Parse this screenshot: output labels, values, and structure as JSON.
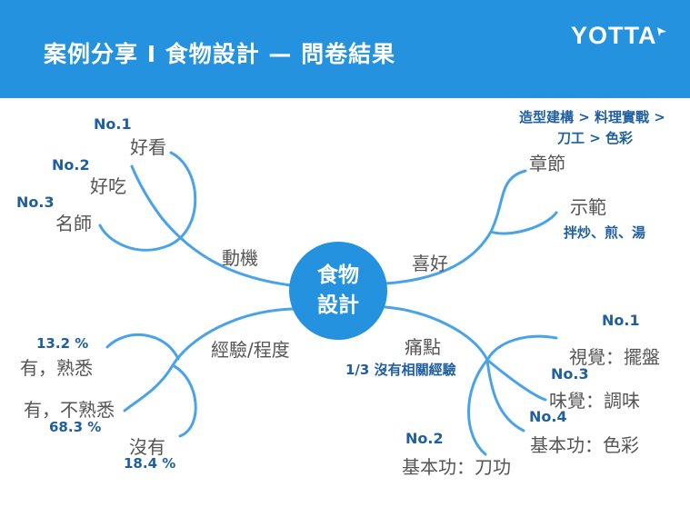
{
  "header": {
    "title": "案例分享 I 食物設計 — 問卷結果",
    "brand": "YOTTA"
  },
  "center": {
    "line1": "食物",
    "line2": "設計"
  },
  "motivation": {
    "label": "動機",
    "items": [
      {
        "rank": "No.1",
        "text": "好看"
      },
      {
        "rank": "No.2",
        "text": "好吃"
      },
      {
        "rank": "No.3",
        "text": "名師"
      }
    ]
  },
  "preference": {
    "label": "喜好",
    "note_line1": "造型建構 > 料理實戰 >",
    "note_line2": "刀工 > 色彩",
    "items": [
      {
        "text": "章節"
      },
      {
        "text": "示範",
        "note": "拌炒、煎、湯"
      }
    ]
  },
  "experience": {
    "label": "經驗/程度",
    "items": [
      {
        "text": "有，熟悉",
        "pct": "13.2 %"
      },
      {
        "text": "有，不熟悉",
        "pct": "68.3 %"
      },
      {
        "text": "沒有",
        "pct": "18.4 %"
      }
    ]
  },
  "pain_points": {
    "label": "痛點",
    "note": "1/3 沒有相關經驗",
    "items": [
      {
        "rank": "No.1",
        "text": "視覺：擺盤"
      },
      {
        "rank": "No.3",
        "text": "味覺：調味"
      },
      {
        "rank": "No.4",
        "text": "基本功：色彩"
      },
      {
        "rank": "No.2",
        "text": "基本功：刀功"
      }
    ]
  },
  "colors": {
    "header_bg": "#2492de",
    "branch_line": "#4aa3e6",
    "rank_text": "#1f5fa0",
    "body_text": "#555555"
  }
}
